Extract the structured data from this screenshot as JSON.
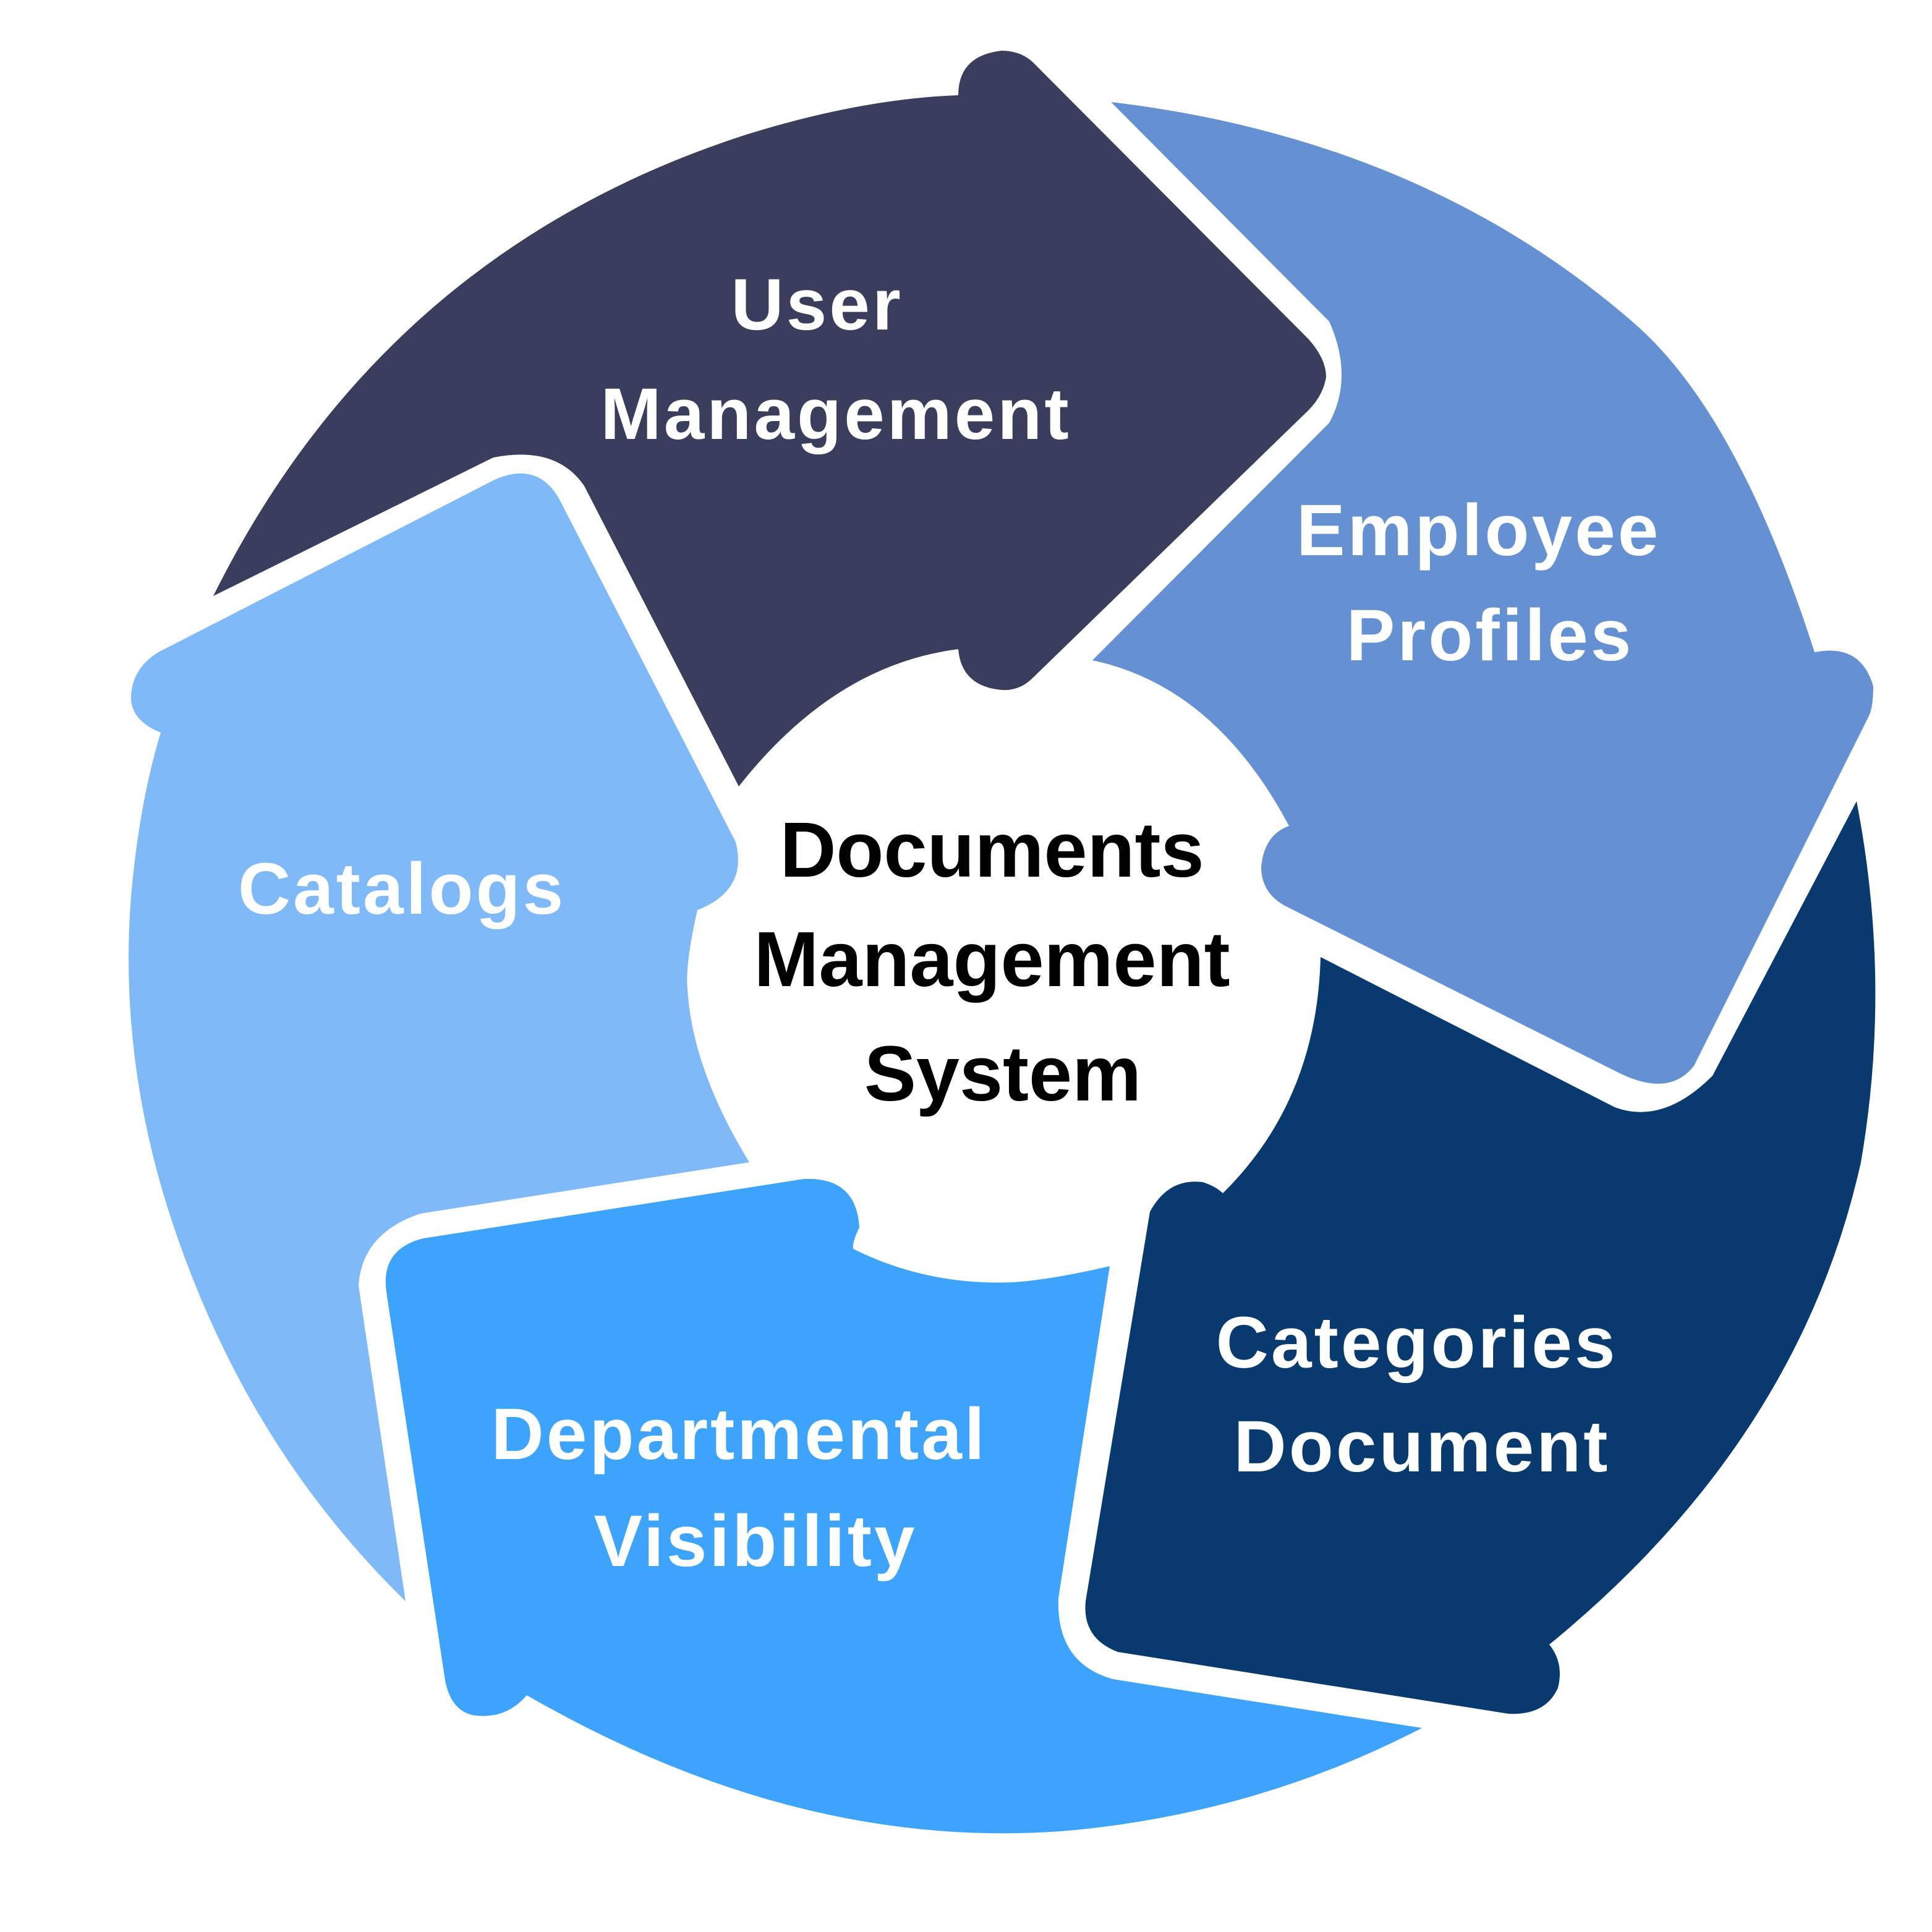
{
  "title": "Documents Management System",
  "center": {
    "lines": [
      "Documents",
      "Management",
      "System"
    ],
    "color": "#000000"
  },
  "segments": [
    {
      "id": "user-management",
      "lines": [
        "User",
        "Management"
      ],
      "color": "#3A3D5C",
      "text_color": "#FFFFFF"
    },
    {
      "id": "employee-profiles",
      "lines": [
        "Employee",
        "Profiles"
      ],
      "color": "#6591D3",
      "text_color": "#FFFFFF"
    },
    {
      "id": "categories-document",
      "lines": [
        "Categories",
        "Document"
      ],
      "color": "#083A70",
      "text_color": "#FFFFFF"
    },
    {
      "id": "departmental-visibility",
      "lines": [
        "Departmental",
        "Visibility"
      ],
      "color": "#3DA3FB",
      "text_color": "#FFFFFF"
    },
    {
      "id": "catalogs",
      "lines": [
        "Catalogs"
      ],
      "color": "#7FB9F7",
      "text_color": "#FFFFFF"
    }
  ],
  "background": "#FFFFFF"
}
